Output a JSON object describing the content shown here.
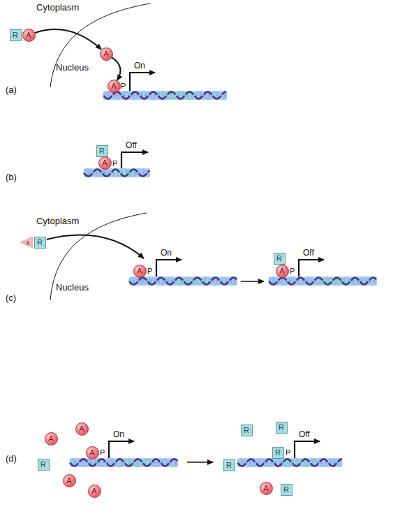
{
  "diagram": {
    "nodes": [
      {
        "text": [
          "R"
        ]
      },
      {
        "text": [
          "A"
        ]
      },
      {
        "text": [
          "A"
        ]
      },
      {
        "text": [
          "A"
        ]
      },
      {
        "text": [
          "R"
        ]
      },
      {
        "text": [
          "A"
        ]
      },
      {
        "text": [
          "x"
        ]
      },
      {
        "text": [
          "R"
        ]
      },
      {
        "text": [
          "A"
        ]
      },
      {
        "text": [
          "R"
        ]
      },
      {
        "text": [
          "A"
        ]
      },
      {
        "text": [
          "A"
        ]
      },
      {
        "text": [
          "A"
        ]
      },
      {
        "text": [
          "R"
        ]
      },
      {
        "text": [
          "A"
        ]
      },
      {
        "text": [
          "A"
        ]
      },
      {
        "text": [
          "A"
        ]
      },
      {
        "text": [
          "R"
        ]
      },
      {
        "text": [
          "R"
        ]
      },
      {
        "text": [
          "R"
        ]
      },
      {
        "text": [
          "R"
        ]
      },
      {
        "text": [
          "A"
        ]
      },
      {
        "text": [
          "R"
        ]
      }
    ],
    "edges": [
      {
        "from": 1,
        "to": 2,
        "arrow": "to"
      },
      {
        "from": 2,
        "to": 3,
        "arrow": "to"
      }
    ],
    "labels": [
      "Cytoplasm",
      "Nucleus",
      "On",
      "P",
      "(a)",
      "Off",
      "P",
      "(b)",
      "Cytoplasm",
      "Nucleus",
      "On",
      "P",
      "Off",
      "P",
      "(c)",
      "On",
      "P",
      "Off",
      "P",
      "(d)"
    ]
  }
}
